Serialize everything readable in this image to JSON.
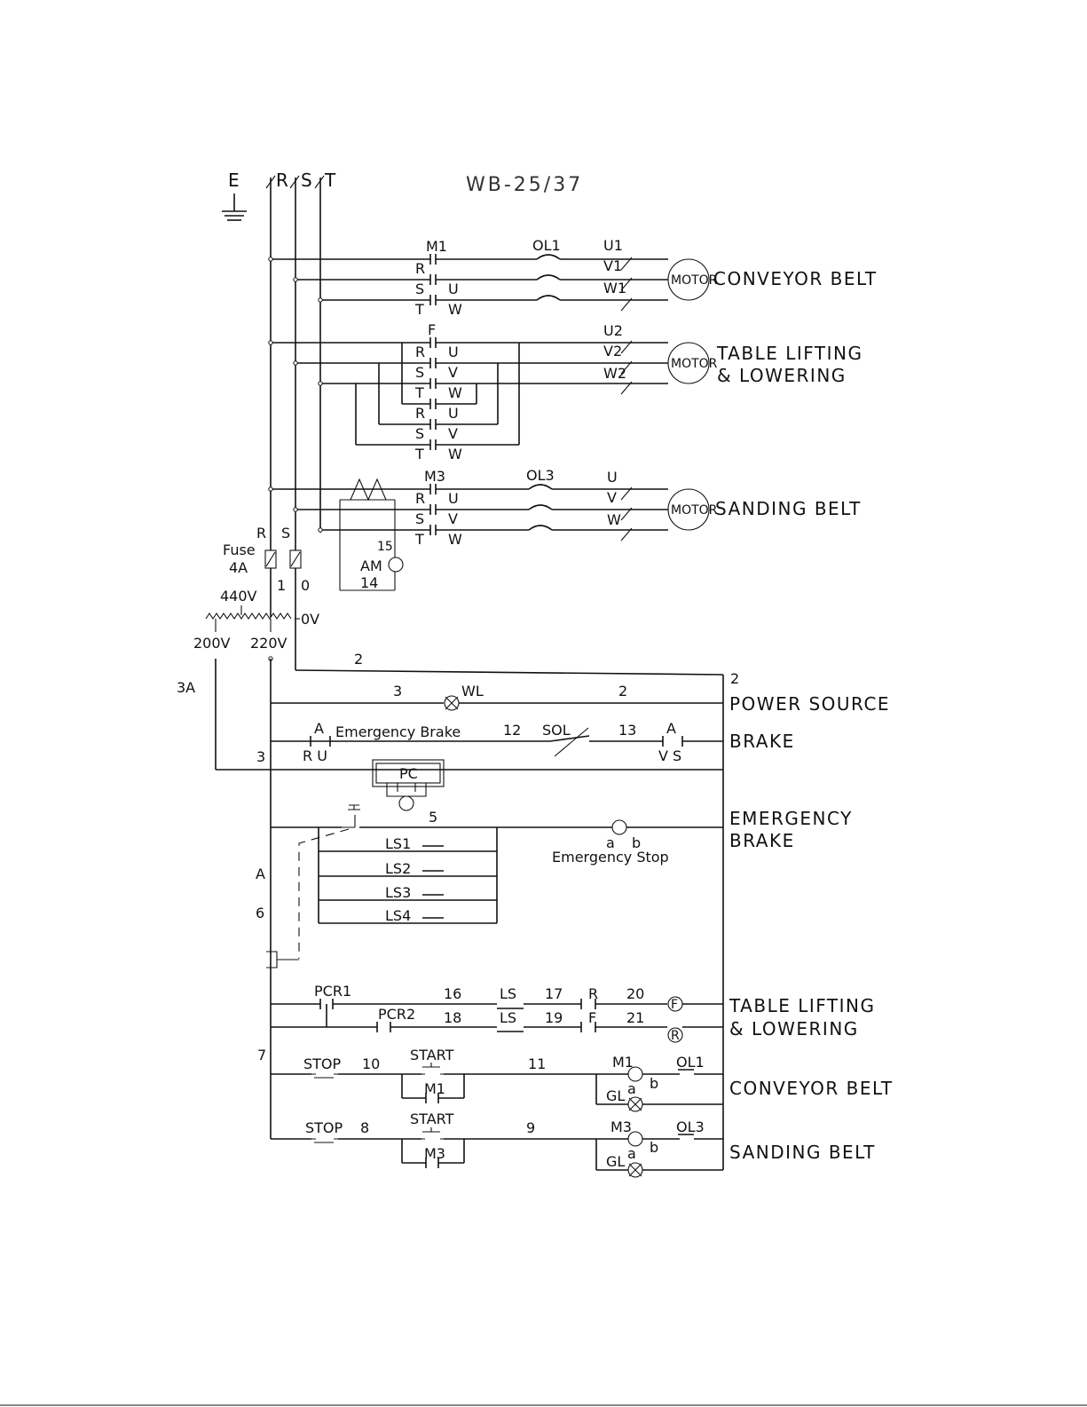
{
  "title": "WB-25/37",
  "supply": {
    "earth": "E",
    "r": "R",
    "s": "S",
    "t": "T"
  },
  "motors": {
    "motor_label": "MOTOR",
    "conveyor": {
      "name": "CONVEYOR BELT",
      "contactor": "M1",
      "overload": "OL1",
      "terminals": [
        "U1",
        "V1",
        "W1"
      ]
    },
    "table": {
      "name_line1": "TABLE LIFTING",
      "name_line2": "& LOWERING",
      "contactor": "F",
      "terminals": [
        "U2",
        "V2",
        "W2"
      ]
    },
    "sanding": {
      "name": "SANDING BELT",
      "contactor": "M3",
      "overload": "OL3",
      "terminals": [
        "U",
        "V",
        "W"
      ]
    },
    "contact_line": {
      "r": "R",
      "s": "S",
      "t": "T",
      "u": "U",
      "v": "V",
      "w": "W"
    }
  },
  "ammeter": {
    "label": "AM",
    "wire_a": "15",
    "wire_b": "14"
  },
  "transformer": {
    "fuse_label": "Fuse",
    "fuse_rating": "4A",
    "r": "R",
    "s": "S",
    "wire_1": "1",
    "wire_0": "0",
    "tap_440": "440V",
    "tap_0": "0V",
    "tap_200": "200V",
    "tap_220": "220V"
  },
  "control": {
    "fuse_3a": "3A",
    "wire_2": "2",
    "wire_3": "3",
    "wire_3b": "3",
    "power_source": "POWER SOURCE",
    "wl": "WL",
    "wire_2b": "2",
    "wire_2c": "2",
    "brake": {
      "name": "BRAKE",
      "a1": "A",
      "desc": "Emergency Brake",
      "ru": "R U",
      "wire_12": "12",
      "sol": "SOL",
      "wire_13": "13",
      "a2": "A",
      "vs": "V S"
    },
    "pc": "PC",
    "emergency": {
      "line1": "EMERGENCY",
      "line2": "BRAKE",
      "wire_5": "5",
      "ab_a": "a",
      "ab_b": "b",
      "stop_label": "Emergency Stop",
      "limit_switches": [
        "LS1",
        "LS2",
        "LS3",
        "LS4"
      ],
      "a_label": "A",
      "wire_6": "6"
    },
    "table_rungs": {
      "name_line1": "TABLE LIFTING",
      "name_line2": "& LOWERING",
      "pcr1": "PCR1",
      "w16": "16",
      "ls_a": "LS",
      "w17": "17",
      "r": "R",
      "w20": "20",
      "coil_f": "F",
      "pcr2": "PCR2",
      "w18": "18",
      "ls_b": "LS",
      "w19": "19",
      "f": "F",
      "w21": "21",
      "coil_r": "R"
    },
    "conveyor_rung": {
      "name": "CONVEYOR BELT",
      "wire_7": "7",
      "stop": "STOP",
      "w10": "10",
      "start": "START",
      "hold": "M1",
      "w11": "11",
      "coil": "M1",
      "ol": "OL1",
      "a": "a",
      "b": "b",
      "gl": "GL"
    },
    "sanding_rung": {
      "name": "SANDING BELT",
      "stop": "STOP",
      "w8": "8",
      "start": "START",
      "hold": "M3",
      "w9": "9",
      "coil": "M3",
      "ol": "OL3",
      "a": "a",
      "b": "b",
      "gl": "GL"
    }
  }
}
